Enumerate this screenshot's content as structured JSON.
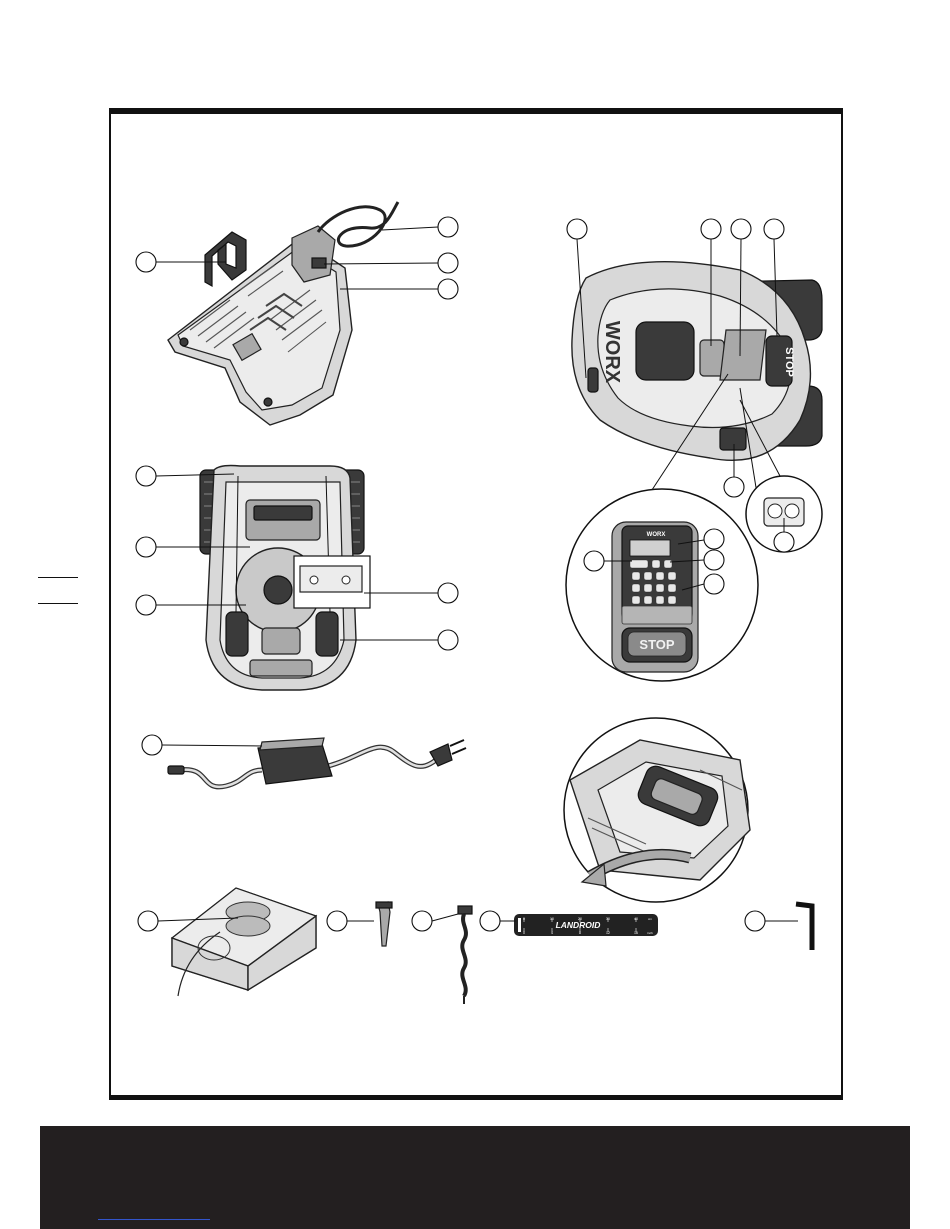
{
  "diagram": {
    "brand_text": "WORX",
    "stop_label": "STOP",
    "keypad_stop_label": "STOP",
    "keypad_brand": "WORX",
    "ruler_label": "LANDROID",
    "ruler_top_ticks": [
      "0",
      "10",
      "20",
      "30",
      "40"
    ],
    "ruler_bottom_ticks": [
      "0",
      "4",
      "8",
      "12",
      "16"
    ],
    "ruler_units": [
      "cm",
      "inch"
    ]
  }
}
